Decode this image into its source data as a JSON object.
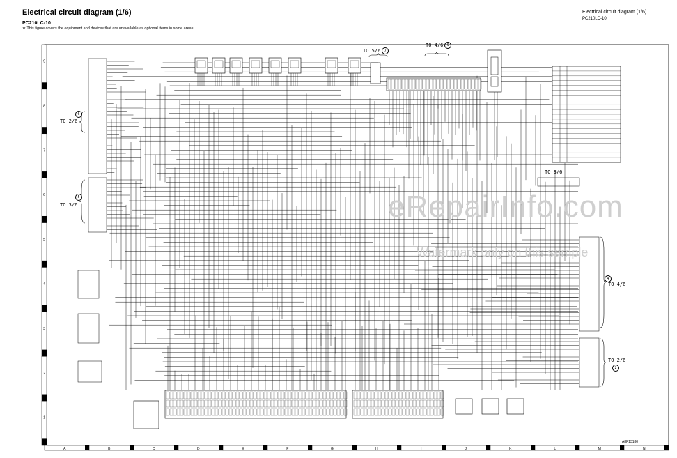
{
  "header": {
    "title": "Electrical circuit diagram (1/6)",
    "model": "PC210LC-10",
    "note": "★ This figure covers the equipment and devices that are unavailable as optional items in some areas.",
    "title_right": "Electrical circuit diagram (1/6)",
    "model_right": "PC210LC-10"
  },
  "references": {
    "to_5_6": "TO 5/6",
    "to_5_6_circle": "7",
    "to_4_6_top": "TO 4/6",
    "to_4_6_top_circle": "9",
    "to_2_6_left": "TO 2/6",
    "to_2_6_left_circle": "6",
    "to_3_6_left": "TO 3/6",
    "to_3_6_left_circle": "5",
    "to_3_6_right": "TO 3/6",
    "to_4_6_right": "TO 4/6",
    "to_4_6_right_circle": "4",
    "to_2_6_right": "TO 2/6",
    "to_2_6_right_circle": "2"
  },
  "row_markers": [
    "9",
    "8",
    "7",
    "6",
    "5",
    "4",
    "3",
    "2",
    "1"
  ],
  "column_markers": [
    "A",
    "B",
    "C",
    "D",
    "E",
    "F",
    "G",
    "H",
    "I",
    "J",
    "K",
    "L",
    "M",
    "N"
  ],
  "doc_number": "A8F13180",
  "watermark": {
    "brand": "eRepairInfo.com",
    "notice": "Watermark only on this sample"
  }
}
